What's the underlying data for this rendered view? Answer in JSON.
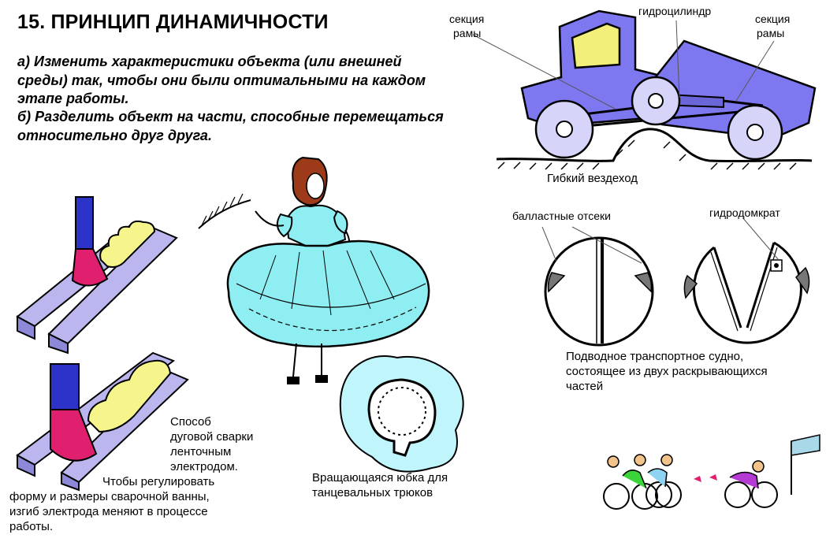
{
  "title": "15. ПРИНЦИП ДИНАМИЧНОСТИ",
  "intro": {
    "a1": "а) Изменить характеристики объекта (или внешней",
    "a2": "среды)  так, чтобы они были оптимальными на каждом",
    "a3": "этапе работы.",
    "b1": "б) Разделить объект на части, способные перемещаться",
    "b2": "относительно друг друга."
  },
  "vehicle": {
    "label_section_left_1": "секция",
    "label_section_left_2": "рамы",
    "label_cylinder": "гидроцилиндр",
    "label_section_right_1": "секция",
    "label_section_right_2": "рамы",
    "caption": "Гибкий вездеход"
  },
  "vessel": {
    "label_ballast": "балластные отсеки",
    "label_jack": "гидродомкрат",
    "caption_1": "Подводное транспортное судно,",
    "caption_2": "состоящее из двух раскрывающихся",
    "caption_3": "частей"
  },
  "welding": {
    "caption_1": "Способ",
    "caption_2": "дуговой сварки",
    "caption_3": "ленточным",
    "caption_4": "электродом.",
    "note_1": "Чтобы регулировать",
    "note_2": "форму и размеры сварочной ванны,",
    "note_3": "изгиб электрода меняют в процессе",
    "note_4": "работы."
  },
  "skirt": {
    "caption_1": "Вращающаяся юбка для",
    "caption_2": "танцевальных трюков"
  },
  "colors": {
    "vehicle_body": "#7d78f0",
    "cab_window": "#f2f07a",
    "electrode_blue": "#2d33c9",
    "electrode_pink": "#e0206f",
    "bead_yellow": "#f6f58c",
    "rail_lavender": "#bbb6ee",
    "dress_cyan": "#8eeef2",
    "skirt_disc": "#bff5fb"
  }
}
